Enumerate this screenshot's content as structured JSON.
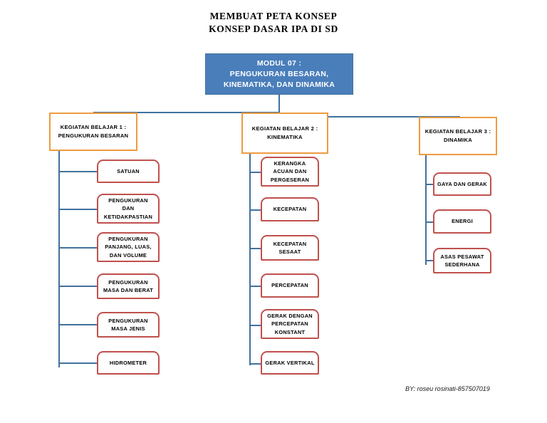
{
  "title": {
    "line1": "MEMBUAT PETA KONSEP",
    "line2": "KONSEP DASAR IPA DI SD"
  },
  "root": {
    "line1": "MODUL 07 :",
    "line2": "PENGUKURAN BESARAN,",
    "line3": "KINEMATIKA, DAN DINAMIKA",
    "fill": "#4a7ebb",
    "text_color": "#ffffff"
  },
  "branches": [
    {
      "id": "kegiatan-belajar-1",
      "line1": "KEGIATAN BELAJAR 1 :",
      "line2": "PENGUKURAN BESARAN",
      "border": "#ed9b41",
      "leaves": [
        {
          "lines": [
            "SATUAN"
          ]
        },
        {
          "lines": [
            "PENGUKURAN",
            "DAN",
            "KETIDAKPASTIAN"
          ]
        },
        {
          "lines": [
            "PENGUKURAN",
            "PANJANG, LUAS,",
            "DAN VOLUME"
          ]
        },
        {
          "lines": [
            "PENGUKURAN",
            "MASA DAN BERAT"
          ]
        },
        {
          "lines": [
            "PENGUKURAN",
            "MASA JENIS"
          ]
        },
        {
          "lines": [
            "HIDROMETER"
          ]
        }
      ]
    },
    {
      "id": "kegiatan-belajar-2",
      "line1": "KEGIATAN BELAJAR 2 :",
      "line2": "KINEMATIKA",
      "border": "#ed9b41",
      "leaves": [
        {
          "lines": [
            "KERANGKA",
            "ACUAN DAN",
            "PERGESERAN"
          ]
        },
        {
          "lines": [
            "KECEPATAN"
          ]
        },
        {
          "lines": [
            "KECEPATAN",
            "SESAAT"
          ]
        },
        {
          "lines": [
            "PERCEPATAN"
          ]
        },
        {
          "lines": [
            "GERAK DENGAN",
            "PERCEPATAN",
            "KONSTANT"
          ]
        },
        {
          "lines": [
            "GERAK VERTIKAL"
          ]
        }
      ]
    },
    {
      "id": "kegiatan-belajar-3",
      "line1": "KEGIATAN BELAJAR 3 :",
      "line2": "DINAMIKA",
      "border": "#ed9b41",
      "leaves": [
        {
          "lines": [
            "GAYA DAN GERAK"
          ]
        },
        {
          "lines": [
            "ENERGI"
          ]
        },
        {
          "lines": [
            "ASAS PESAWAT",
            "SEDERHANA"
          ]
        }
      ]
    }
  ],
  "connector_color": "#41719c",
  "footer": "BY: roseu rosinati-857507019"
}
